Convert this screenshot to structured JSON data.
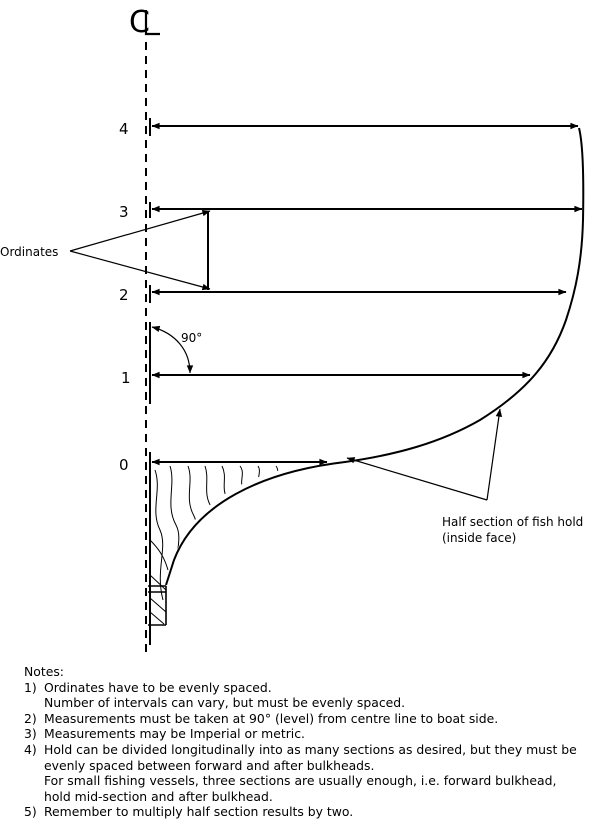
{
  "diagram": {
    "centerline_symbol": "CL",
    "ordinate_labels": [
      "0",
      "1",
      "2",
      "3",
      "4"
    ],
    "ordinates_label": "Ordinates",
    "angle_label": "90°",
    "hull_label_line1": "Half section of fish hold",
    "hull_label_line2": "(inside face)"
  },
  "notes": {
    "title": "Notes:",
    "items": [
      {
        "num": "1)",
        "lines": [
          "Ordinates have to be evenly spaced.",
          "Number of intervals can vary, but must be evenly spaced."
        ]
      },
      {
        "num": "2)",
        "lines": [
          "Measurements must be taken at 90° (level) from centre line to boat side."
        ]
      },
      {
        "num": "3)",
        "lines": [
          "Measurements may be Imperial or metric."
        ]
      },
      {
        "num": "4)",
        "lines": [
          "Hold can be divided longitudinally into as many sections as desired, but they must be",
          "evenly spaced between forward and after bulkheads.",
          "For small fishing vessels, three sections are usually enough, i.e. forward bulkhead,",
          "hold mid-section and after bulkhead."
        ]
      },
      {
        "num": "5)",
        "lines": [
          "Remember to multiply half section results by two."
        ]
      }
    ]
  }
}
